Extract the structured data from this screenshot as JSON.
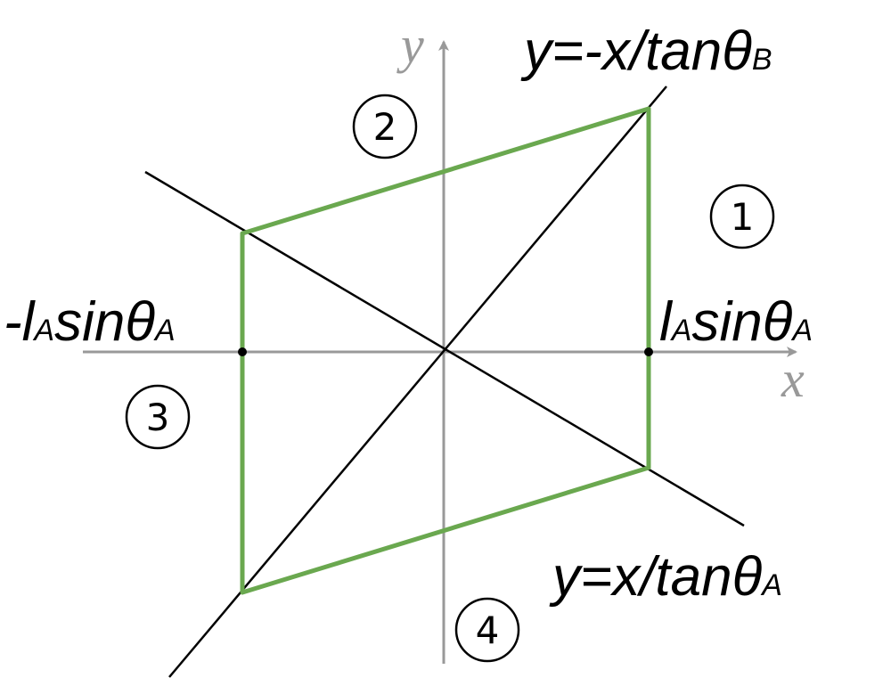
{
  "axes": {
    "x_label": "x",
    "y_label": "y",
    "color": "#999999"
  },
  "lines": {
    "upper_label": {
      "main": "y=-x/tanθ",
      "sub": "B"
    },
    "lower_label": {
      "main": "y=x/tanθ",
      "sub": "A"
    }
  },
  "points": {
    "left": {
      "p1": "-l",
      "s1": "A",
      "p2": "sinθ",
      "s2": "A"
    },
    "right": {
      "p1": "l",
      "s1": "A",
      "p2": "sinθ",
      "s2": "A"
    }
  },
  "regions": [
    "1",
    "2",
    "3",
    "4"
  ],
  "colors": {
    "region_outline": "#6aa84f",
    "lines": "#000000"
  }
}
